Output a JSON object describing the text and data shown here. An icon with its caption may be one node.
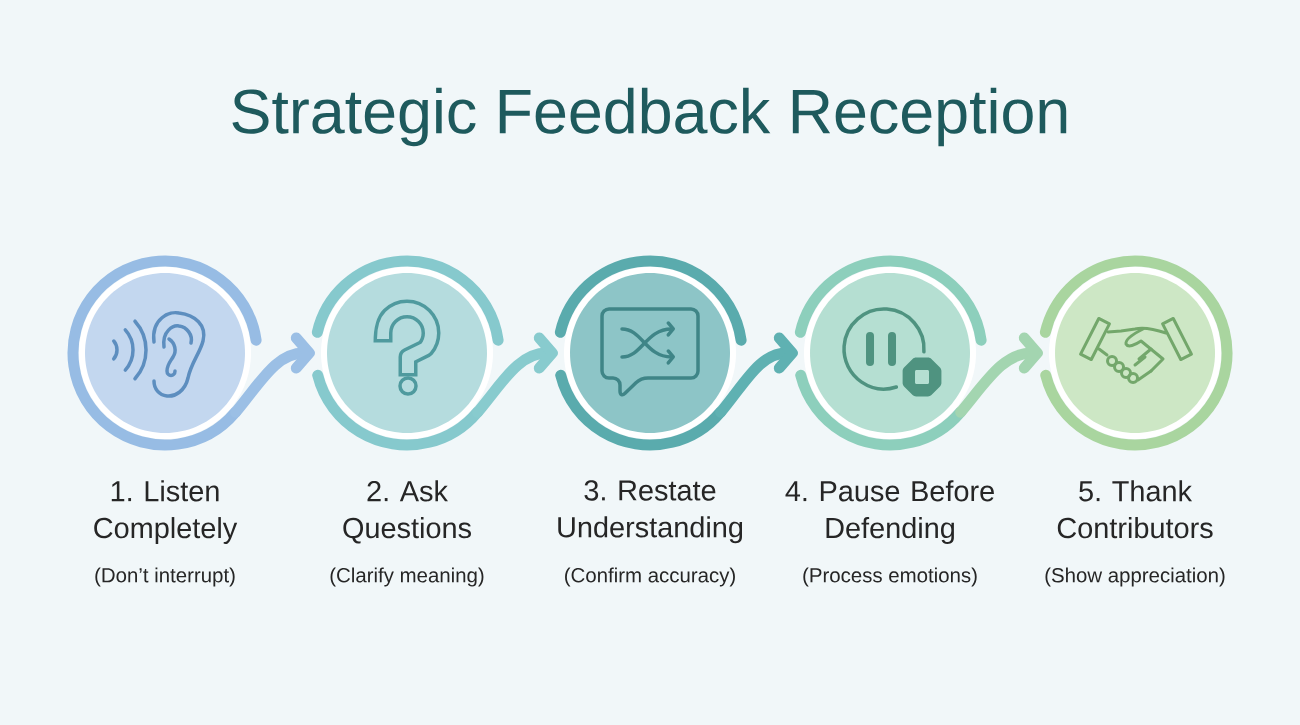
{
  "diagram": {
    "title": "Strategic Feedback Reception",
    "nodes": [
      {
        "text": [
          "1. Listen Completely",
          "(Don’t interrupt)"
        ]
      },
      {
        "text": [
          "2. Ask Questions",
          "(Clarify meaning)"
        ]
      },
      {
        "text": [
          "3. Restate Understanding",
          "(Confirm accuracy)"
        ]
      },
      {
        "text": [
          "4. Pause Before Defending",
          "(Process emotions)"
        ]
      },
      {
        "text": [
          "5. Thank Contributors",
          "(Show appreciation)"
        ]
      }
    ],
    "edges": [
      {
        "from": 0,
        "to": 1,
        "arrow": "to",
        "color": "#9bbfe5"
      },
      {
        "from": 1,
        "to": 2,
        "arrow": "to",
        "color": "#88cbce"
      },
      {
        "from": 2,
        "to": 3,
        "arrow": "to",
        "color": "#5fb1b2"
      },
      {
        "from": 3,
        "to": 4,
        "arrow": "to",
        "color": "#a3d5b0"
      }
    ]
  }
}
